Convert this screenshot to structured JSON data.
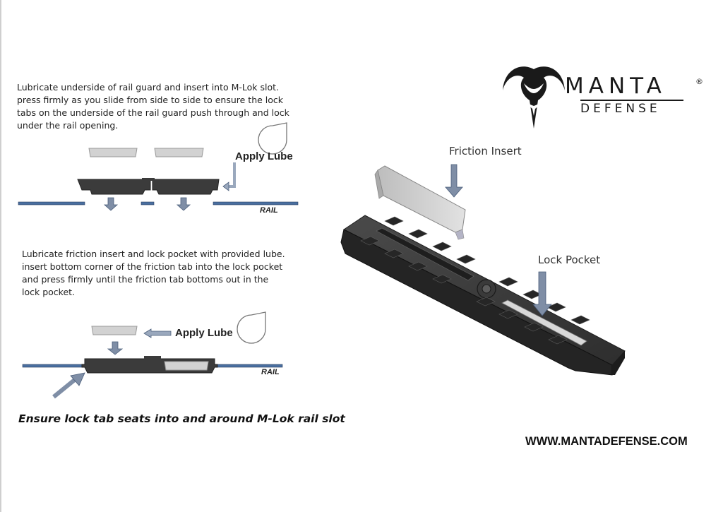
{
  "brand": {
    "name": "MANTA",
    "sub": "DEFENSE",
    "registered": "®"
  },
  "step1": {
    "lines": [
      "Lubricate underside of rail guard and insert into M-Lok slot.",
      "press firmly as you slide from side to side to ensure the lock",
      "tabs on the underside of the rail guard push through and lock",
      "under the rail opening."
    ],
    "apply_lube": "Apply Lube",
    "rail": "RAIL"
  },
  "step2": {
    "lines": [
      "Lubricate friction insert and lock pocket with provided lube.",
      "insert bottom corner of the friction tab into the lock pocket",
      "and press firmly until the friction tab bottoms out in the",
      "lock pocket."
    ],
    "apply_lube": "Apply Lube",
    "rail": "RAIL",
    "note": "Ensure lock tab seats into and around M-Lok rail slot"
  },
  "render": {
    "friction_insert": "Friction Insert",
    "lock_pocket": "Lock Pocket"
  },
  "website": "WWW.MANTADEFENSE.COM",
  "colors": {
    "rail_blue": "#4a6fa0",
    "part_dark": "#3a3a3a",
    "insert_gray": "#cfcfcf",
    "arrow_fill": "#7f8ea6",
    "arrow_stroke": "#4a5d7a"
  }
}
